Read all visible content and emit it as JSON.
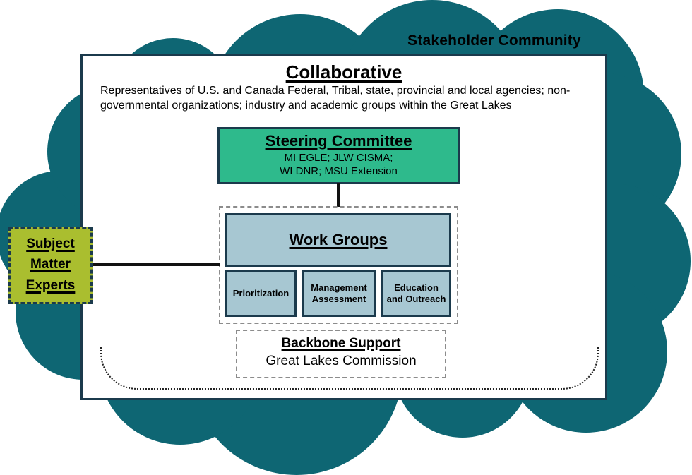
{
  "colors": {
    "cloud": "#0E6673",
    "box_border": "#1B3A4C",
    "steering_bg": "#2EBA8C",
    "workgroup_bg": "#A7C7D2",
    "sme_bg": "#AABE2F",
    "dashed_border": "#8C8C8C",
    "text": "#000000"
  },
  "stakeholder_label": "Stakeholder Community",
  "collaborative": {
    "title": "Collaborative",
    "description_lines": [
      "Representatives of U.S. and Canada Federal, Tribal, state, provincial and local agencies; non-",
      "governmental organizations; industry and academic groups within the Great Lakes"
    ]
  },
  "steering_committee": {
    "title": "Steering Committee",
    "members_lines": [
      "MI EGLE; JLW CISMA;",
      "WI DNR; MSU Extension"
    ]
  },
  "work_groups": {
    "title": "Work Groups",
    "subgroups": [
      "Prioritization",
      "Management Assessment",
      "Education and Outreach"
    ]
  },
  "subject_matter_experts": {
    "lines": [
      "Subject",
      "Matter",
      "Experts"
    ]
  },
  "backbone_support": {
    "title": "Backbone Support",
    "organization": "Great Lakes Commission"
  }
}
